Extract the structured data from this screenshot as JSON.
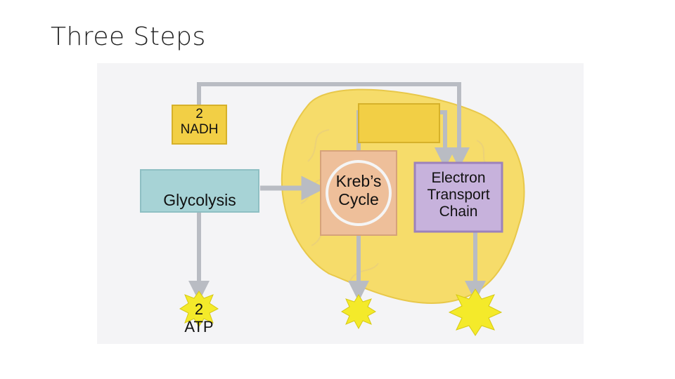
{
  "slide": {
    "title": "Three Steps"
  },
  "diagram": {
    "glycolysis": "Glycolysis",
    "nadh_line1": "2",
    "nadh_line2": "NADH",
    "krebs_line1": "Kreb’s",
    "krebs_line2": "Cycle",
    "etc_line1": "Electron",
    "etc_line2": "Transport",
    "etc_line3": "Chain",
    "atp_line1": "2",
    "atp_line2": "ATP",
    "colors": {
      "mitochondrion": "#f6dc6a",
      "glycolysis_box": "#a7d3d6",
      "nadh_box": "#f2cf45",
      "krebs_box": "#eebf9a",
      "etc_box": "#c7b2dc",
      "starburst": "#f4ea2a",
      "arrow": "#b9bcc3"
    }
  }
}
